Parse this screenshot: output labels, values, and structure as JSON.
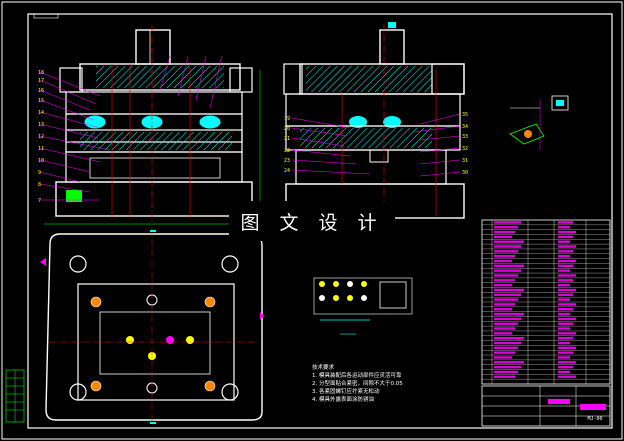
{
  "watermark": {
    "text": "图 文 设 计"
  },
  "technical_requirements": {
    "title": "技术要求",
    "items": [
      "1. 模具装配后各运动部件应灵活可靠",
      "2. 分型面贴合紧密，间隙不大于0.05",
      "3. 各紧固螺钉应拧紧无松动",
      "4. 模具外露表面涂防锈油"
    ]
  },
  "drawing_number": "MJ-00",
  "colors": {
    "background": "#000000",
    "frame": "#ffffff",
    "outline": "#ffffff",
    "section_hatch": "#00ffff",
    "leader": "#ff00ff",
    "dimension": "#00ff00",
    "center_line": "#ff0000",
    "label": "#ffff00",
    "accent": "#00ffff"
  },
  "views": [
    "front-section-view",
    "side-section-view",
    "plan-view",
    "detail-view-sprue",
    "detail-view-parts",
    "bill-of-materials",
    "title-block"
  ]
}
